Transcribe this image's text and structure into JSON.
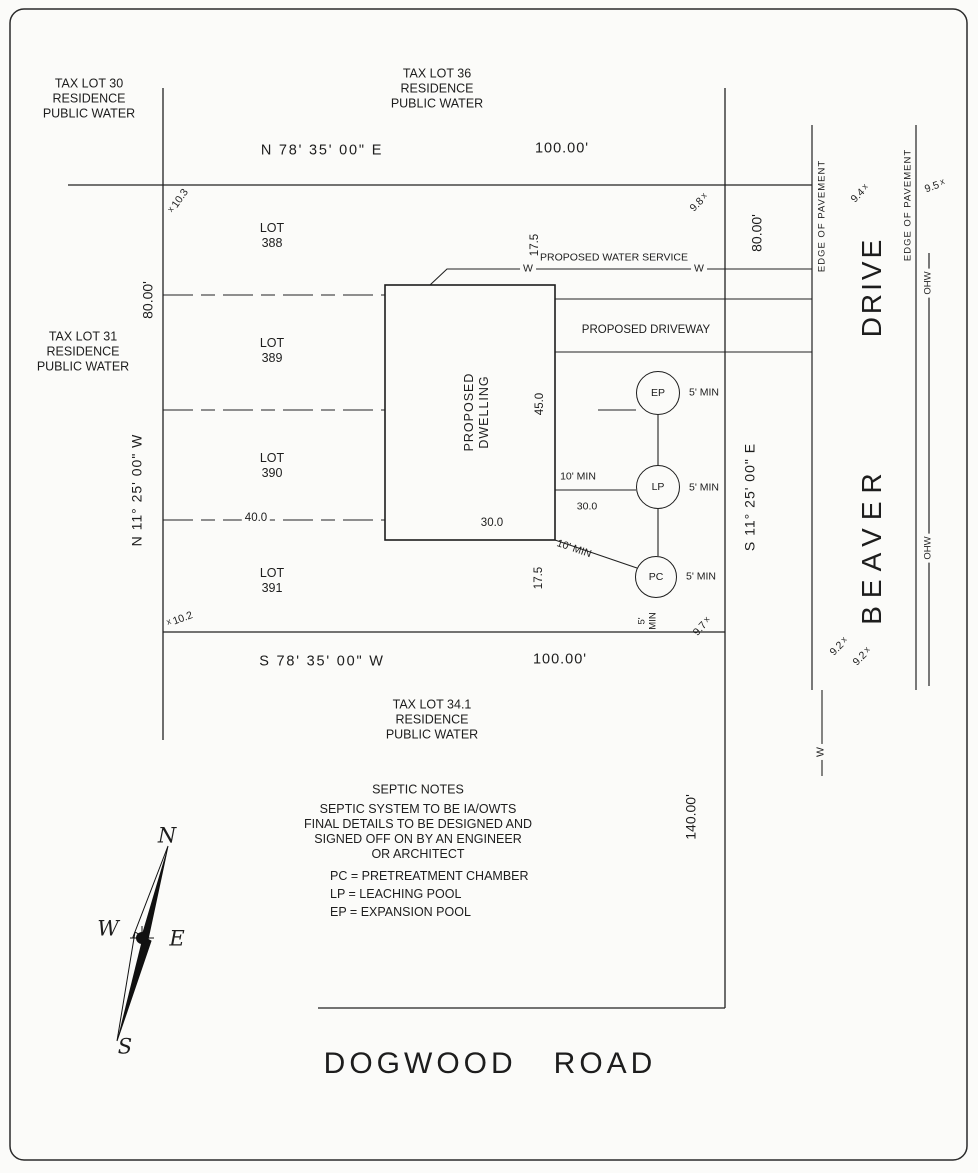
{
  "parcels": {
    "lot30": "TAX LOT 30\nRESIDENCE\nPUBLIC WATER",
    "lot36": "TAX LOT 36\nRESIDENCE\nPUBLIC WATER",
    "lot31": "TAX LOT 31\nRESIDENCE\nPUBLIC WATER",
    "lot341": "TAX LOT 34.1\nRESIDENCE\nPUBLIC WATER"
  },
  "bearings": {
    "north": "N 78' 35' 00\" E",
    "north_dist": "100.00'",
    "south": "S 78' 35' 00\" W",
    "south_dist": "100.00'",
    "west": "N 11° 25' 00\" W",
    "west_dist": "80.00'",
    "east": "S 11° 25' 00\" E",
    "east_dist": "80.00'",
    "road_frontage_dist": "140.00'"
  },
  "lots": {
    "l388": "LOT\n388",
    "l389": "LOT\n389",
    "l390": "LOT\n390",
    "l391": "LOT\n391"
  },
  "dwelling": {
    "label": "PROPOSED\nDWELLING",
    "depth": "45.0",
    "width": "30.0",
    "dim_top": "17.5",
    "dim_bottom": "17.5",
    "dim_left": "40.0"
  },
  "water": {
    "service_label": "PROPOSED WATER SERVICE",
    "marker": "W"
  },
  "driveway": {
    "label": "PROPOSED DRIVEWAY"
  },
  "septic": {
    "ep": "EP",
    "lp": "LP",
    "pc": "PC",
    "min5": "5' MIN",
    "min5_stacked": "5'\nMIN",
    "min10": "10' MIN",
    "dim30": "30.0"
  },
  "roads": {
    "beaver": "BEAVER",
    "drive": "DRIVE",
    "dogwood": "DOGWOOD   ROAD",
    "edge_of_pavement": "EDGE OF PAVEMENT",
    "ohw": "OHW"
  },
  "spots": {
    "marker": "x",
    "values": [
      "10.3",
      "9.8",
      "9.4",
      "9.5",
      "10.2",
      "9.7",
      "9.2",
      "9.2"
    ]
  },
  "notes": {
    "title": "SEPTIC NOTES",
    "body": "SEPTIC SYSTEM TO BE IA/OWTS\nFINAL DETAILS TO BE DESIGNED AND\nSIGNED OFF ON BY AN ENGINEER\nOR ARCHITECT",
    "legend": [
      "PC = PRETREATMENT CHAMBER",
      "LP = LEACHING POOL",
      "EP = EXPANSION POOL"
    ]
  },
  "compass": {
    "n": "N",
    "w": "W",
    "e": "E",
    "s": "S"
  }
}
